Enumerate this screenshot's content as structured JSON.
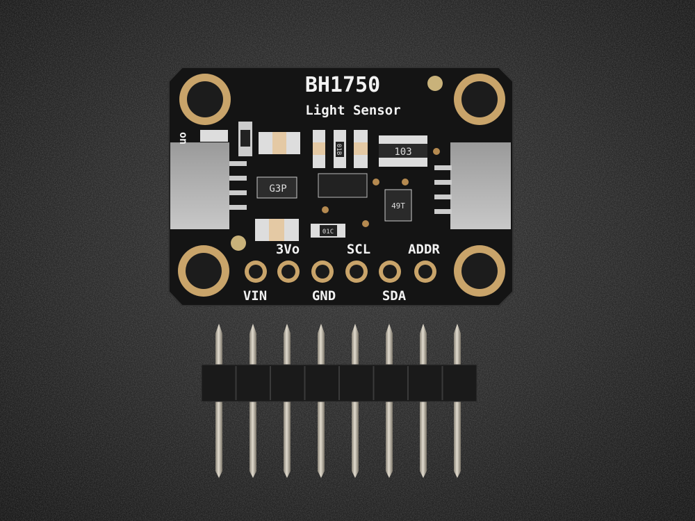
{
  "board": {
    "title": "BH1750",
    "subtitle": "Light Sensor",
    "led_label": "on",
    "pin_labels_top": [
      "3Vo",
      "SCL",
      "ADDR"
    ],
    "pin_labels_bottom": [
      "VIN",
      "GND",
      "SDA"
    ],
    "chip_markings": {
      "regulator": "G3P",
      "resistor_array": "103",
      "resistor_small_1": "01B",
      "resistor_small_2": "01C",
      "mosfet": "49T"
    }
  },
  "colors": {
    "background": "#262626",
    "pcb": "#141414",
    "gold": "#c9a46a",
    "silkscreen": "#f2f2f2",
    "header_plastic": "#1a1a1a",
    "pin_metal": "#bdb5a6"
  }
}
